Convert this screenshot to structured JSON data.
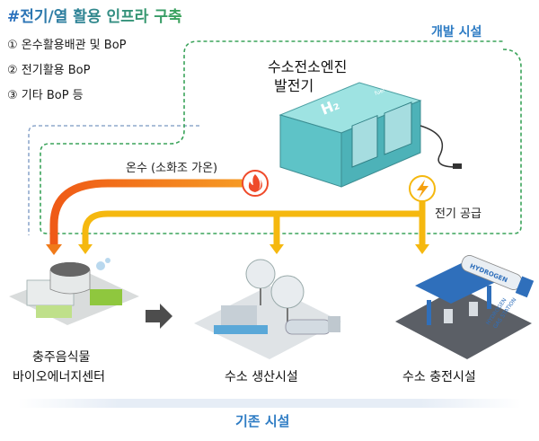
{
  "title": "#전기/열 활용 인프라 구축",
  "list": [
    "① 온수활용배관 및 BoP",
    "② 전기활용 BoP",
    "③ 기타 BoP 등"
  ],
  "zones": {
    "development": "개발 시설",
    "existing": "기존 시설"
  },
  "fuel_cell": {
    "label_line1": "수소전소엔진",
    "label_line2": "발전기",
    "panel_text": "H₂",
    "brand_text": "fuel cell"
  },
  "flows": {
    "hot_water": "온수 (소화조 가온)",
    "electricity": "전기 공급"
  },
  "facilities": [
    {
      "label_line1": "충주음식물",
      "label_line2": "바이오에너지센터"
    },
    {
      "label_line1": "수소 생산시설",
      "label_line2": ""
    },
    {
      "label_line1": "수소 충전시설",
      "label_line2": ""
    }
  ],
  "station_sign": {
    "line1": "HYDROGEN",
    "line2": "GAS STATION"
  },
  "trailer_text": "HYDROGEN",
  "colors": {
    "hot_water": "#f07a1a",
    "electricity": "#f5b80f",
    "development_border": "#3aa35a",
    "existing_border": "#8fa8cc",
    "accent_blue": "#2e7cc4",
    "fuel_cell_body": "#5ec3c7"
  },
  "icons": [
    "flame-icon",
    "lightning-icon",
    "arrow-right-icon"
  ]
}
